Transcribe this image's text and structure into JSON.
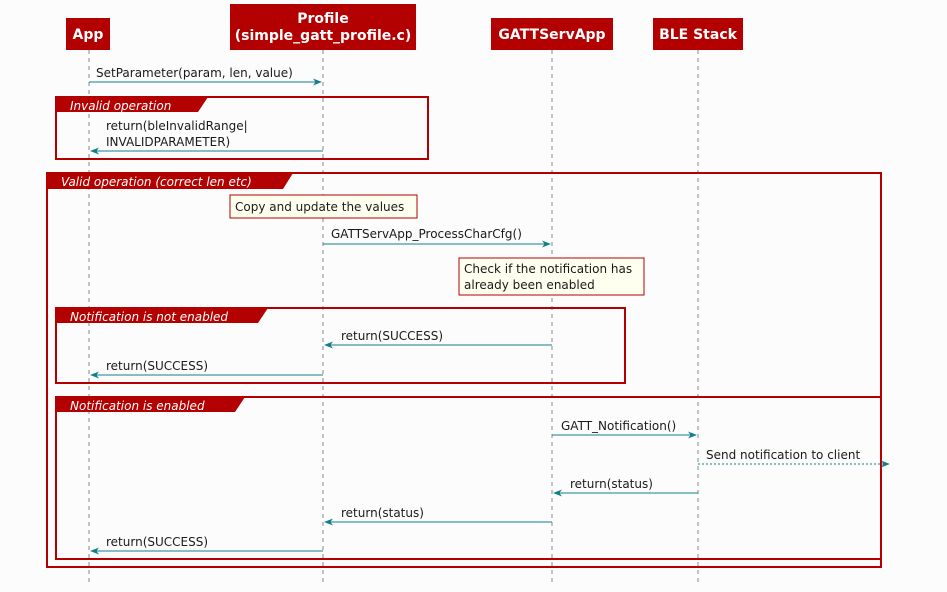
{
  "participants": [
    {
      "id": "app",
      "lines": [
        "App"
      ]
    },
    {
      "id": "profile",
      "lines": [
        "Profile",
        "(simple_gatt_profile.c)"
      ]
    },
    {
      "id": "gattservapp",
      "lines": [
        "GATTServApp"
      ]
    },
    {
      "id": "blestack",
      "lines": [
        "BLE Stack"
      ]
    }
  ],
  "frames": {
    "invalid": "Invalid operation",
    "valid": "Valid operation (correct len etc)",
    "not_enabled": "Notification is not enabled",
    "enabled": "Notification is enabled"
  },
  "messages": {
    "set_parameter": "SetParameter(param, len, value)",
    "return_invalid_1": "return(bleInvalidRange|",
    "return_invalid_2": "INVALIDPARAMETER)",
    "process_char_cfg": "GATTServApp_ProcessCharCfg()",
    "return_success_gatt": "return(SUCCESS)",
    "return_success_profile_1": "return(SUCCESS)",
    "gatt_notification": "GATT_Notification()",
    "send_notification": "Send notification to client",
    "return_status_ble": "return(status)",
    "return_status_gatt": "return(status)",
    "return_success_profile_2": "return(SUCCESS)"
  },
  "notes": {
    "copy_update": "Copy and update the values",
    "check_1": "Check if the notification has",
    "check_2": "already been enabled"
  },
  "colors": {
    "participant_fill": "#b30000",
    "frame_border": "#b30000",
    "arrow": "#117f8a",
    "note_fill": "#fffff0",
    "note_border": "#b30000"
  }
}
